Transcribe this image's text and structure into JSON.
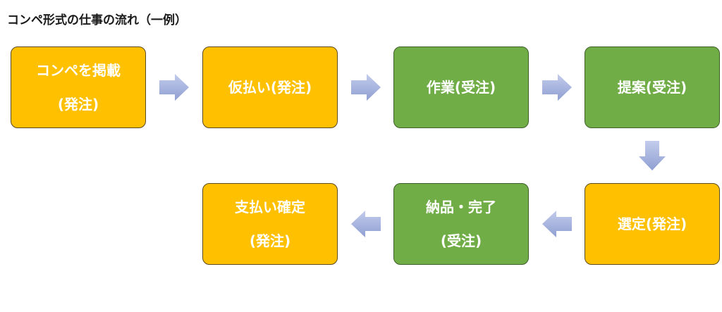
{
  "title": "コンペ形式の仕事の流れ（一例）",
  "colors": {
    "order": "#ffc000",
    "receive": "#70ad47",
    "arrow": "#aab6e0"
  },
  "steps": [
    {
      "line1": "コンペを掲載",
      "line2": "(発注)"
    },
    {
      "line1": "仮払い(発注)",
      "line2": ""
    },
    {
      "line1": "作業(受注)",
      "line2": ""
    },
    {
      "line1": "提案(受注)",
      "line2": ""
    },
    {
      "line1": "選定(発注)",
      "line2": ""
    },
    {
      "line1": "納品・完了",
      "line2": "(受注)"
    },
    {
      "line1": "支払い確定",
      "line2": "(発注)"
    }
  ]
}
